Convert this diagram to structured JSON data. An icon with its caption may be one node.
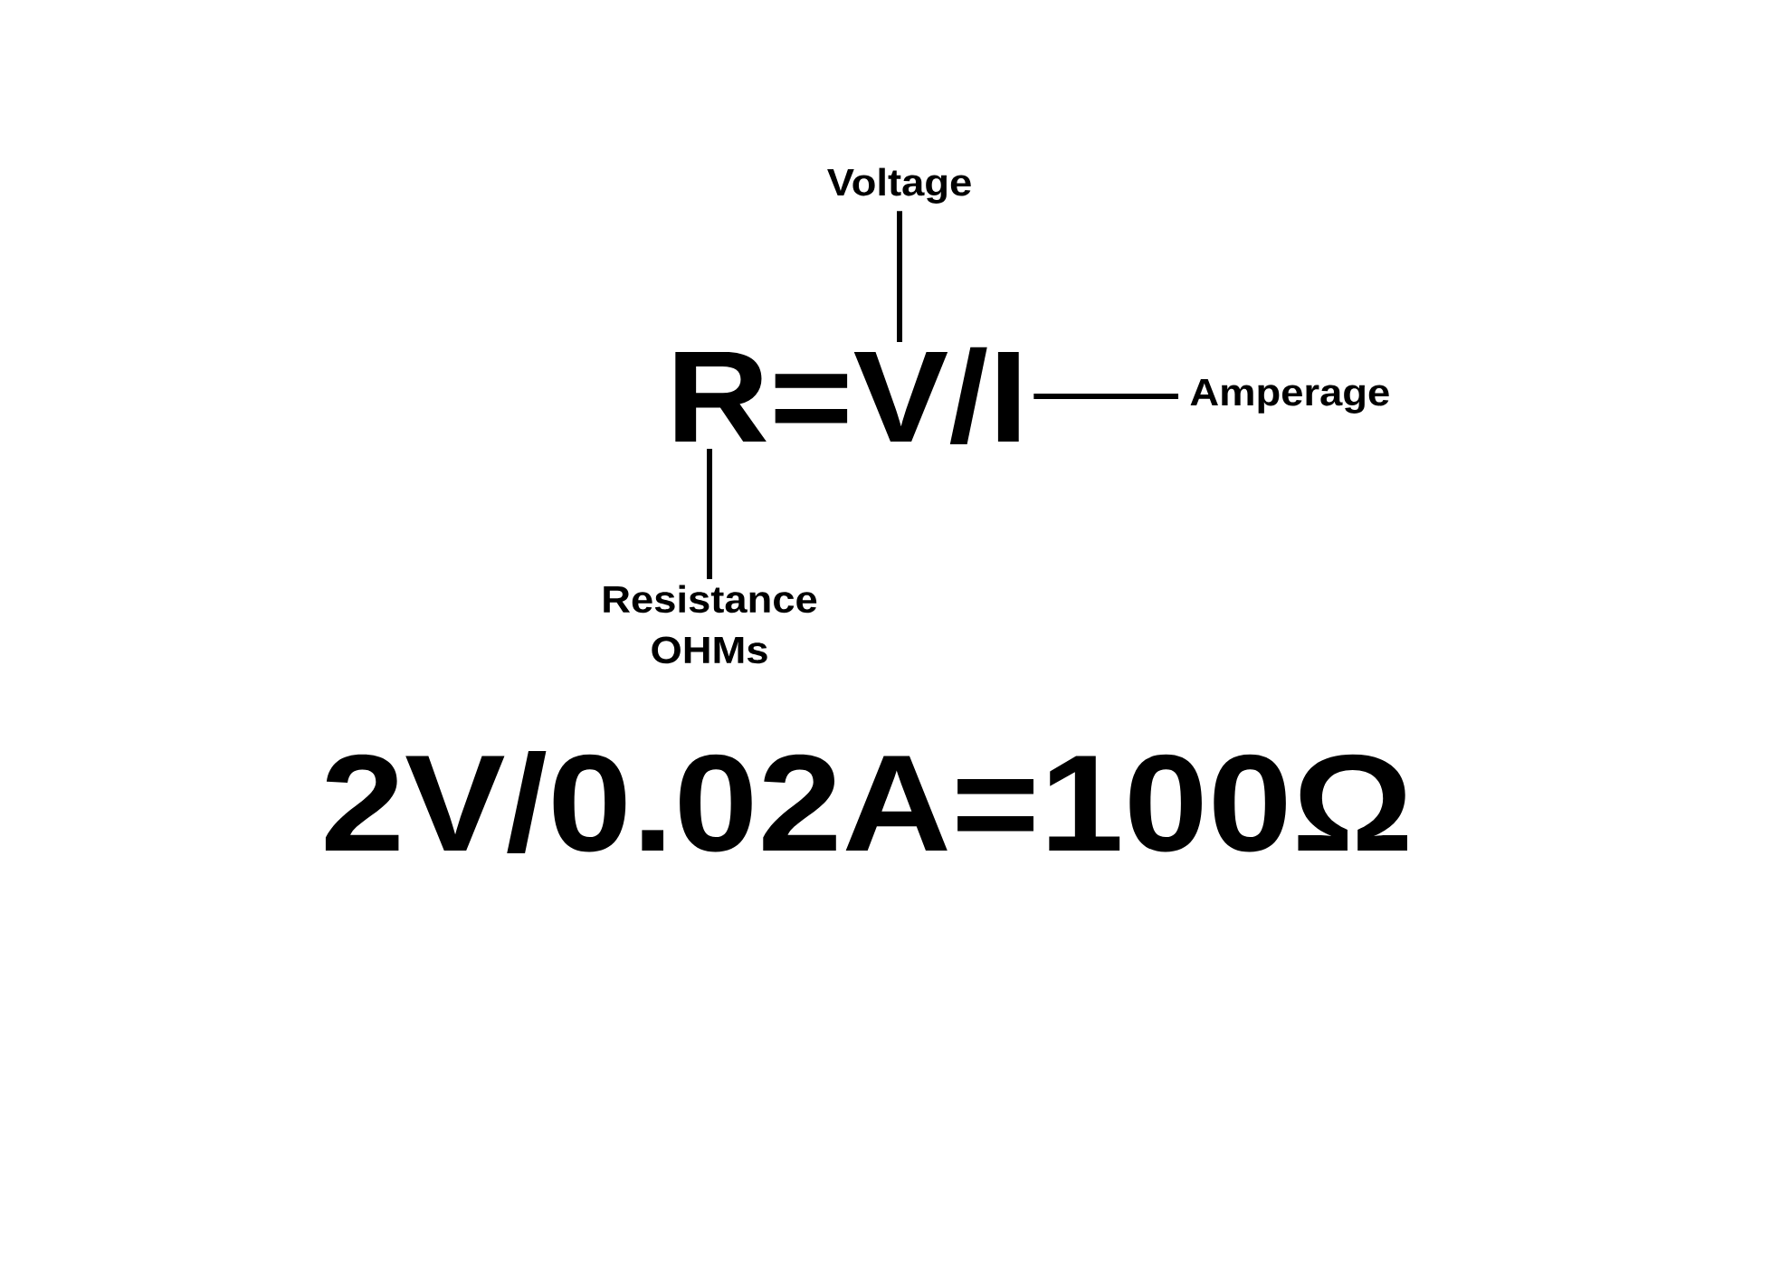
{
  "diagram": {
    "nodes": [
      {
        "text": [
          "Voltage"
        ]
      },
      {
        "text": [
          "R=V/I"
        ]
      },
      {
        "text": [
          "Amperage"
        ]
      },
      {
        "text": [
          "Resistance OHMs"
        ]
      }
    ],
    "edges": [
      {
        "from": 0,
        "to": 1,
        "arrow": "none"
      },
      {
        "from": 2,
        "to": 1,
        "arrow": "none"
      },
      {
        "from": 3,
        "to": 1,
        "arrow": "none"
      }
    ],
    "labels": [
      "2V/0.02A=100Ω"
    ]
  }
}
